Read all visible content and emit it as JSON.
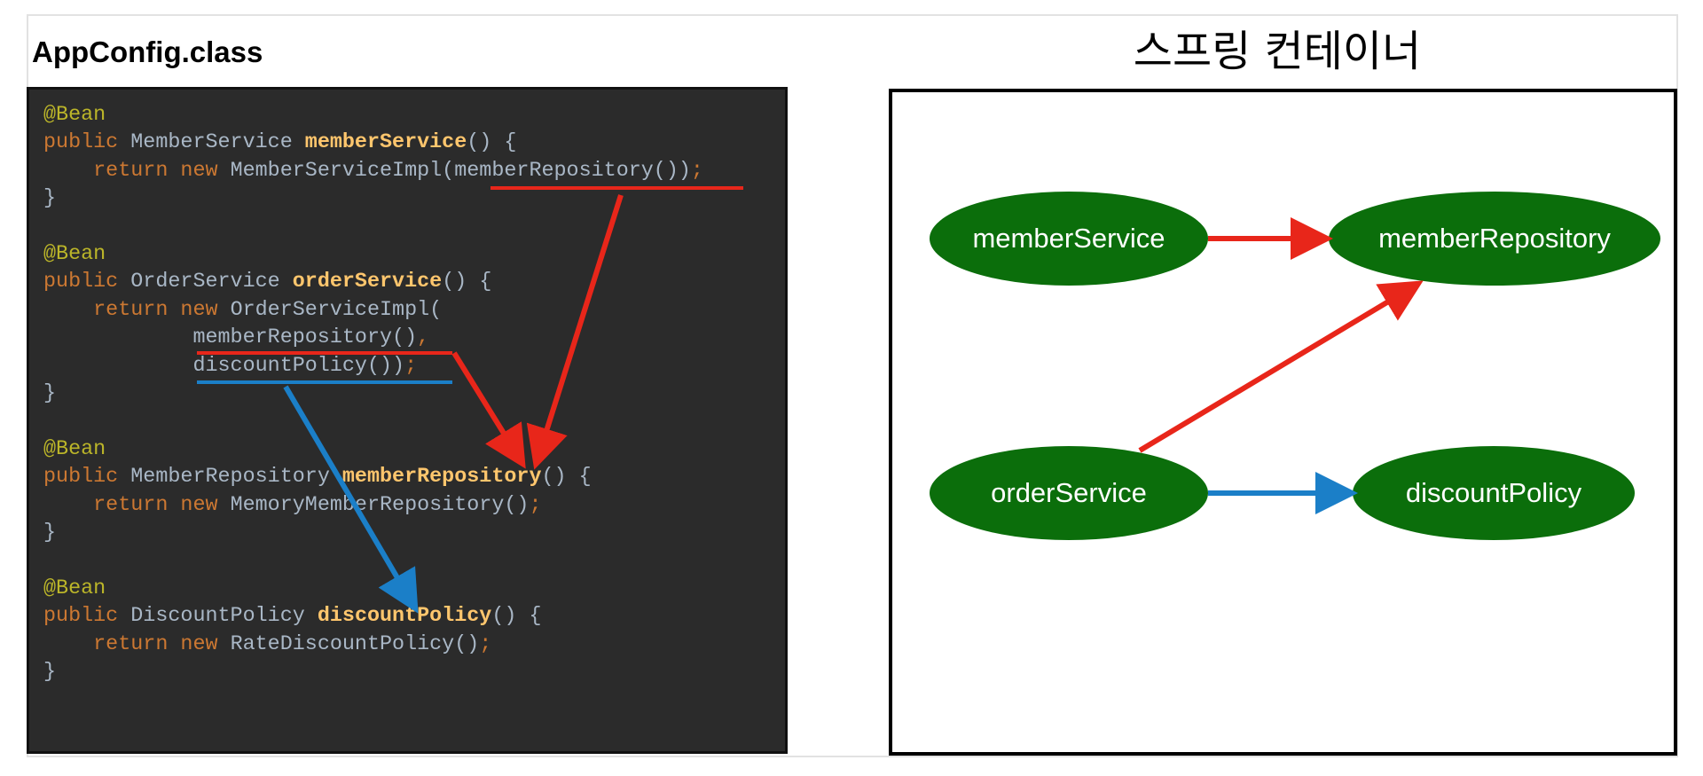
{
  "config_title": "AppConfig.class",
  "container_title": "스프링 컨테이너",
  "code_lines": [
    [
      {
        "t": "@Bean",
        "c": "ann"
      }
    ],
    [
      {
        "t": "public ",
        "c": "kw"
      },
      {
        "t": "MemberService ",
        "c": "tx"
      },
      {
        "t": "memberService",
        "c": "fn"
      },
      {
        "t": "() {",
        "c": "tx"
      }
    ],
    [
      {
        "t": "    return new ",
        "c": "kw"
      },
      {
        "t": "MemberServiceImpl(memberRepository())",
        "c": "tx"
      },
      {
        "t": ";",
        "c": "kw"
      }
    ],
    [
      {
        "t": "}",
        "c": "tx"
      }
    ],
    [],
    [
      {
        "t": "@Bean",
        "c": "ann"
      }
    ],
    [
      {
        "t": "public ",
        "c": "kw"
      },
      {
        "t": "OrderService ",
        "c": "tx"
      },
      {
        "t": "orderService",
        "c": "fn"
      },
      {
        "t": "() {",
        "c": "tx"
      }
    ],
    [
      {
        "t": "    return new ",
        "c": "kw"
      },
      {
        "t": "OrderServiceImpl(",
        "c": "tx"
      }
    ],
    [
      {
        "t": "            memberRepository()",
        "c": "tx"
      },
      {
        "t": ",",
        "c": "kw"
      }
    ],
    [
      {
        "t": "            discountPolicy())",
        "c": "tx"
      },
      {
        "t": ";",
        "c": "kw"
      }
    ],
    [
      {
        "t": "}",
        "c": "tx"
      }
    ],
    [],
    [
      {
        "t": "@Bean",
        "c": "ann"
      }
    ],
    [
      {
        "t": "public ",
        "c": "kw"
      },
      {
        "t": "MemberRepository ",
        "c": "tx"
      },
      {
        "t": "memberRepository",
        "c": "fn"
      },
      {
        "t": "() {",
        "c": "tx"
      }
    ],
    [
      {
        "t": "    return new ",
        "c": "kw"
      },
      {
        "t": "MemoryMemberRepository()",
        "c": "tx"
      },
      {
        "t": ";",
        "c": "kw"
      }
    ],
    [
      {
        "t": "}",
        "c": "tx"
      }
    ],
    [],
    [
      {
        "t": "@Bean",
        "c": "ann"
      }
    ],
    [
      {
        "t": "public ",
        "c": "kw"
      },
      {
        "t": "DiscountPolicy ",
        "c": "tx"
      },
      {
        "t": "discountPolicy",
        "c": "fn"
      },
      {
        "t": "() {",
        "c": "tx"
      }
    ],
    [
      {
        "t": "    return new ",
        "c": "kw"
      },
      {
        "t": "RateDiscountPolicy()",
        "c": "tx"
      },
      {
        "t": ";",
        "c": "kw"
      }
    ],
    [
      {
        "t": "}",
        "c": "tx"
      }
    ]
  ],
  "nodes": {
    "member_service": "memberService",
    "member_repository": "memberRepository",
    "order_service": "orderService",
    "discount_policy": "discountPolicy"
  },
  "edges": [
    {
      "from": "memberService",
      "to": "memberRepository",
      "color": "#e8261a"
    },
    {
      "from": "orderService",
      "to": "memberRepository",
      "color": "#e8261a"
    },
    {
      "from": "orderService",
      "to": "discountPolicy",
      "color": "#1b7fc8"
    }
  ],
  "colors": {
    "node_fill": "#0b6e0b",
    "dependency_arrow": "#e8261a",
    "discount_arrow": "#1b7fc8",
    "code_background": "#2b2b2b"
  }
}
